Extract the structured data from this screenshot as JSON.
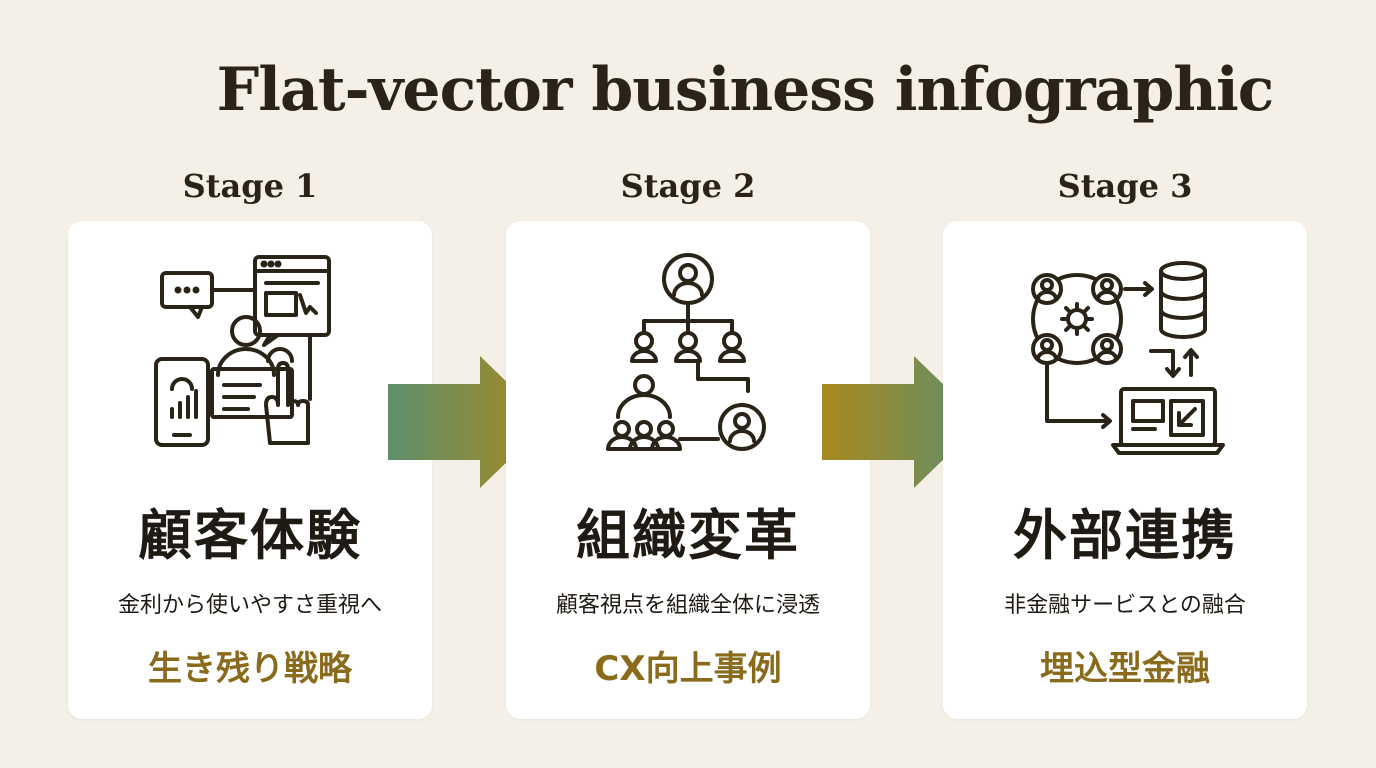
{
  "title": "Flat-vector business infographic",
  "stages": [
    {
      "label": "Stage 1",
      "heading": "顧客体験",
      "subtitle": "金利から使いやすさ重視へ",
      "highlight": "生き残り戦略",
      "icon": "customer-experience-icon"
    },
    {
      "label": "Stage 2",
      "heading": "組織変革",
      "subtitle": "顧客視点を組織全体に浸透",
      "highlight": "CX向上事例",
      "icon": "org-hierarchy-icon"
    },
    {
      "label": "Stage 3",
      "heading": "外部連携",
      "subtitle": "非金融サービスとの融合",
      "highlight": "埋込型金融",
      "icon": "network-integration-icon"
    }
  ],
  "colors": {
    "background": "#f4f0e7",
    "card": "#ffffff",
    "text": "#1f1a14",
    "accent_gold": "#8a6b1c",
    "arrow_green": "#5e8f6e",
    "arrow_gold": "#a8891e"
  }
}
